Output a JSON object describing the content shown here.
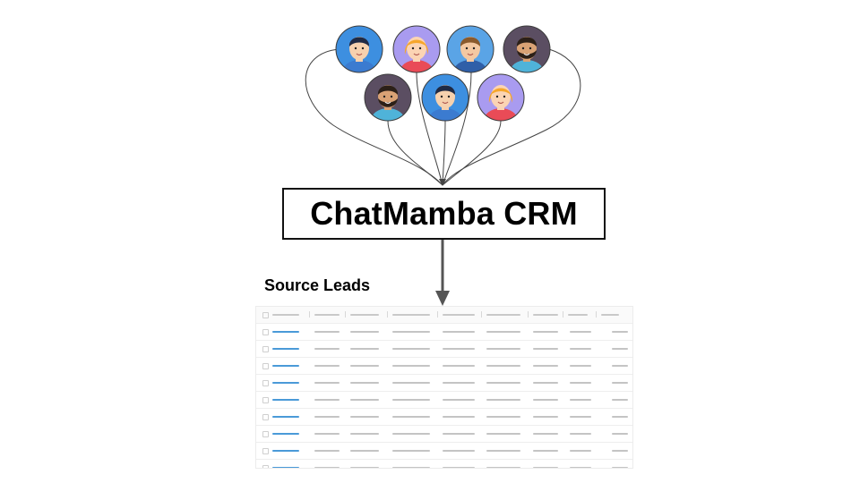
{
  "crm": {
    "title": "ChatMamba CRM"
  },
  "leads": {
    "label": "Source Leads",
    "row_count": 9
  },
  "avatars": [
    {
      "name": "avatar-boy-blue-icon",
      "bg": "#3d8fe0",
      "hair": "#1f2a44",
      "skin": "#f6d1ae",
      "shirt": "#3b7bd0",
      "beard": false
    },
    {
      "name": "avatar-girl-purple-icon",
      "bg": "#a99bf0",
      "hair": "#f6a62b",
      "skin": "#fbd4b4",
      "shirt": "#e94b57",
      "beard": false
    },
    {
      "name": "avatar-man-blue-icon",
      "bg": "#5aa4e6",
      "hair": "#8a5a2c",
      "skin": "#f4c9a2",
      "shirt": "#2f5fa8",
      "beard": false
    },
    {
      "name": "avatar-bearded-man-dark-icon",
      "bg": "#5b4e62",
      "hair": "#2c2018",
      "skin": "#d9a275",
      "shirt": "#4fb3d9",
      "beard": true
    },
    {
      "name": "avatar-bearded-man-dark-2-icon",
      "bg": "#5b4e62",
      "hair": "#2c2018",
      "skin": "#d9a275",
      "shirt": "#4fb3d9",
      "beard": true
    },
    {
      "name": "avatar-boy-blue-2-icon",
      "bg": "#3d8fe0",
      "hair": "#1f2a44",
      "skin": "#f6d1ae",
      "shirt": "#3b7bd0",
      "beard": false
    },
    {
      "name": "avatar-girl-purple-2-icon",
      "bg": "#a99bf0",
      "hair": "#f6a62b",
      "skin": "#fbd4b4",
      "shirt": "#e94b57",
      "beard": false
    }
  ]
}
